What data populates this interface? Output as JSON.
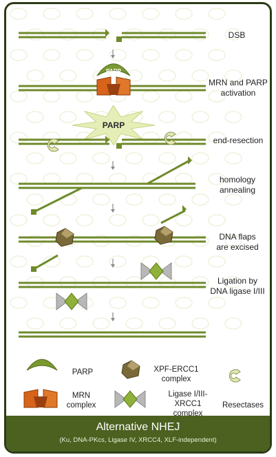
{
  "steps": [
    {
      "id": "dsb",
      "label": "DSB"
    },
    {
      "id": "activation",
      "label": "MRN and PARP\nactivation"
    },
    {
      "id": "resection",
      "label": "end-resection"
    },
    {
      "id": "annealing",
      "label": "homology\nannealing"
    },
    {
      "id": "flaps",
      "label": "DNA flaps\nare excised"
    },
    {
      "id": "ligation",
      "label": "Ligation by\nDNA ligase I/III"
    }
  ],
  "markers": {
    "parp_small": "PARP",
    "parp_big": "PARP"
  },
  "legend": {
    "parp": "PARP",
    "mrn": "MRN\ncomplex",
    "xpf": "XPF-ERCC1\ncomplex",
    "ligase": "Ligase I/III-\nXRCC1\ncomplex",
    "resectases": "Resectases"
  },
  "footer": {
    "title": "Alternative NHEJ",
    "subtitle": "(Ku, DNA-PKcs, Ligase IV, XRCC4, XLF-independent)"
  },
  "colors": {
    "dna": "#6f8a2b",
    "dna_light": "#cbd89a",
    "footer_bg": "#4c6020",
    "border": "#2b3b16",
    "mrn": "#d7641a",
    "xpf": "#7a6a3a",
    "ligase_green": "#8fb13a",
    "ligase_gray": "#b8b8b8",
    "resectase": "#e4e9b0",
    "burst": "#e6eeb8"
  }
}
